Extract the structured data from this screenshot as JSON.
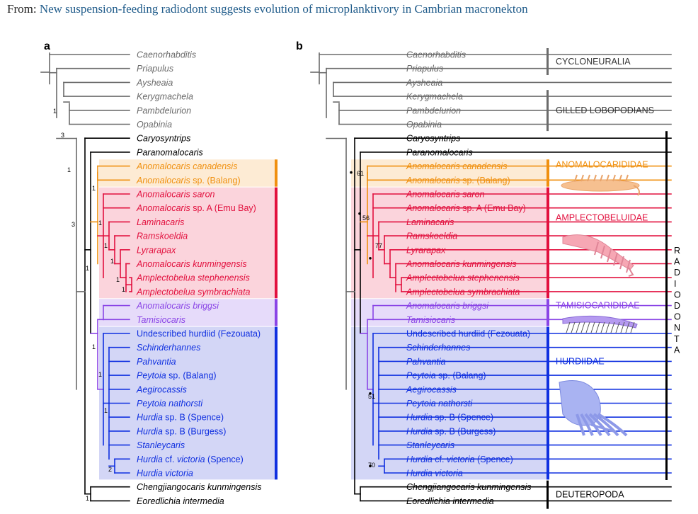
{
  "header": {
    "prefix": "From: ",
    "link_text": "New suspension-feeding radiodont suggests evolution of microplanktivory in Cambrian macronekton"
  },
  "panels": [
    "a",
    "b"
  ],
  "colors": {
    "outgroup": "#6b6b6b",
    "black": "#000000",
    "anomalocarididae": "#f0900f",
    "amplectobeluidae": "#e2103e",
    "tamisiocarididae": "#8a45e6",
    "hurdiidae": "#1030e0"
  },
  "taxa": [
    {
      "parts": [
        {
          "t": "Caenorhabditis",
          "i": true
        }
      ],
      "group": "outgroup"
    },
    {
      "parts": [
        {
          "t": "Priapulus",
          "i": true
        }
      ],
      "group": "outgroup"
    },
    {
      "parts": [
        {
          "t": "Aysheaia",
          "i": true
        }
      ],
      "group": "outgroup"
    },
    {
      "parts": [
        {
          "t": "Kerygmachela",
          "i": true
        }
      ],
      "group": "outgroup"
    },
    {
      "parts": [
        {
          "t": "Pambdelurion",
          "i": true
        }
      ],
      "group": "outgroup"
    },
    {
      "parts": [
        {
          "t": "Opabinia",
          "i": true
        }
      ],
      "group": "outgroup"
    },
    {
      "parts": [
        {
          "t": "Caryosyntrips",
          "i": true
        }
      ],
      "group": "black"
    },
    {
      "parts": [
        {
          "t": "Paranomalocaris",
          "i": true
        }
      ],
      "group": "black"
    },
    {
      "parts": [
        {
          "t": "Anomalocaris canadensis",
          "i": true
        }
      ],
      "group": "anomalocarididae"
    },
    {
      "parts": [
        {
          "t": "Anomalocaris",
          "i": true
        },
        {
          "t": " sp. (Balang)",
          "i": false
        }
      ],
      "group": "anomalocarididae"
    },
    {
      "parts": [
        {
          "t": "Anomalocaris saron",
          "i": true
        }
      ],
      "group": "amplectobeluidae"
    },
    {
      "parts": [
        {
          "t": "Anomalocaris",
          "i": true
        },
        {
          "t": " sp. A (Emu Bay)",
          "i": false
        }
      ],
      "group": "amplectobeluidae"
    },
    {
      "parts": [
        {
          "t": "Laminacaris",
          "i": true
        }
      ],
      "group": "amplectobeluidae"
    },
    {
      "parts": [
        {
          "t": "Ramskoeldia",
          "i": true
        }
      ],
      "group": "amplectobeluidae"
    },
    {
      "parts": [
        {
          "t": "Lyrarapax",
          "i": true
        }
      ],
      "group": "amplectobeluidae"
    },
    {
      "parts": [
        {
          "t": "Anomalocaris kunmingensis",
          "i": true
        }
      ],
      "group": "amplectobeluidae"
    },
    {
      "parts": [
        {
          "t": "Amplectobelua stephenensis",
          "i": true
        }
      ],
      "group": "amplectobeluidae"
    },
    {
      "parts": [
        {
          "t": "Amplectobelua symbrachiata",
          "i": true
        }
      ],
      "group": "amplectobeluidae"
    },
    {
      "parts": [
        {
          "t": "Anomalocaris briggsi",
          "i": true
        }
      ],
      "group": "tamisiocarididae"
    },
    {
      "parts": [
        {
          "t": "Tamisiocaris",
          "i": true
        }
      ],
      "group": "tamisiocarididae"
    },
    {
      "parts": [
        {
          "t": "Undescribed hurdiid (Fezouata)",
          "i": false
        }
      ],
      "group": "hurdiidae"
    },
    {
      "parts": [
        {
          "t": "Schinderhannes",
          "i": true
        }
      ],
      "group": "hurdiidae"
    },
    {
      "parts": [
        {
          "t": "Pahvantia",
          "i": true
        }
      ],
      "group": "hurdiidae"
    },
    {
      "parts": [
        {
          "t": "Peytoia",
          "i": true
        },
        {
          "t": " sp. (Balang)",
          "i": false
        }
      ],
      "group": "hurdiidae"
    },
    {
      "parts": [
        {
          "t": "Aegirocassis",
          "i": true
        }
      ],
      "group": "hurdiidae"
    },
    {
      "parts": [
        {
          "t": "Peytoia nathorsti",
          "i": true
        }
      ],
      "group": "hurdiidae"
    },
    {
      "parts": [
        {
          "t": "Hurdia",
          "i": true
        },
        {
          "t": " sp. B (Spence)",
          "i": false
        }
      ],
      "group": "hurdiidae"
    },
    {
      "parts": [
        {
          "t": "Hurdia",
          "i": true
        },
        {
          "t": " sp. B (Burgess)",
          "i": false
        }
      ],
      "group": "hurdiidae"
    },
    {
      "parts": [
        {
          "t": "Stanleycaris",
          "i": true
        }
      ],
      "group": "hurdiidae"
    },
    {
      "parts": [
        {
          "t": "Hurdia",
          "i": true
        },
        {
          "t": " cf. ",
          "i": false
        },
        {
          "t": "victoria",
          "i": true
        },
        {
          "t": " (Spence)",
          "i": false
        }
      ],
      "group": "hurdiidae"
    },
    {
      "parts": [
        {
          "t": "Hurdia victoria",
          "i": true
        }
      ],
      "group": "hurdiidae"
    },
    {
      "parts": [
        {
          "t": "Chengjiangocaris kunmingensis",
          "i": true
        }
      ],
      "group": "black"
    },
    {
      "parts": [
        {
          "t": "Eoredlichia intermedia",
          "i": true
        }
      ],
      "group": "black"
    }
  ],
  "node_labels_a": [
    "1",
    "3",
    "1",
    "3",
    "1",
    "1",
    "1",
    "1",
    "1",
    "1",
    "1",
    "1",
    "1",
    "1",
    "2",
    "1"
  ],
  "node_labels_b": [
    "61",
    "56",
    "77",
    "51",
    "70"
  ],
  "clades": {
    "cycloneuralia": "CYCLONEURALIA",
    "gilled_lobopodians": "GILLED LOBOPODIANS",
    "anomalocarididae": "ANOMALOCARIDIDAE",
    "amplectobeluidae": "AMPLECTOBELUIDAE",
    "tamisiocarididae": "TAMISIOCARIDIDAE",
    "hurdiidae": "HURDIIDAE",
    "deuteropoda": "DEUTEROPODA",
    "radiodonta_letters": [
      "R",
      "A",
      "D",
      "I",
      "O",
      "D",
      "O",
      "N",
      "T",
      "A"
    ]
  }
}
